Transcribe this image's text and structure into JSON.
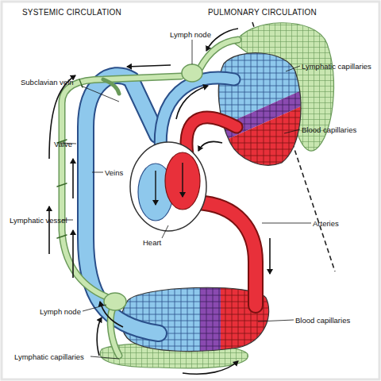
{
  "diagram": {
    "labels": [
      "SYSTEMIC CIRCULATION",
      "PULMONARY CIRCULATION",
      "Lymph node",
      "Subclavian vein",
      "Lymphatic capillaries",
      "Blood capillaries",
      "Valve",
      "Veins",
      "Lymphatic vessel",
      "Heart",
      "Arteries",
      "Lymph node",
      "Blood capillaries",
      "Lymphatic capillaries"
    ]
  }
}
